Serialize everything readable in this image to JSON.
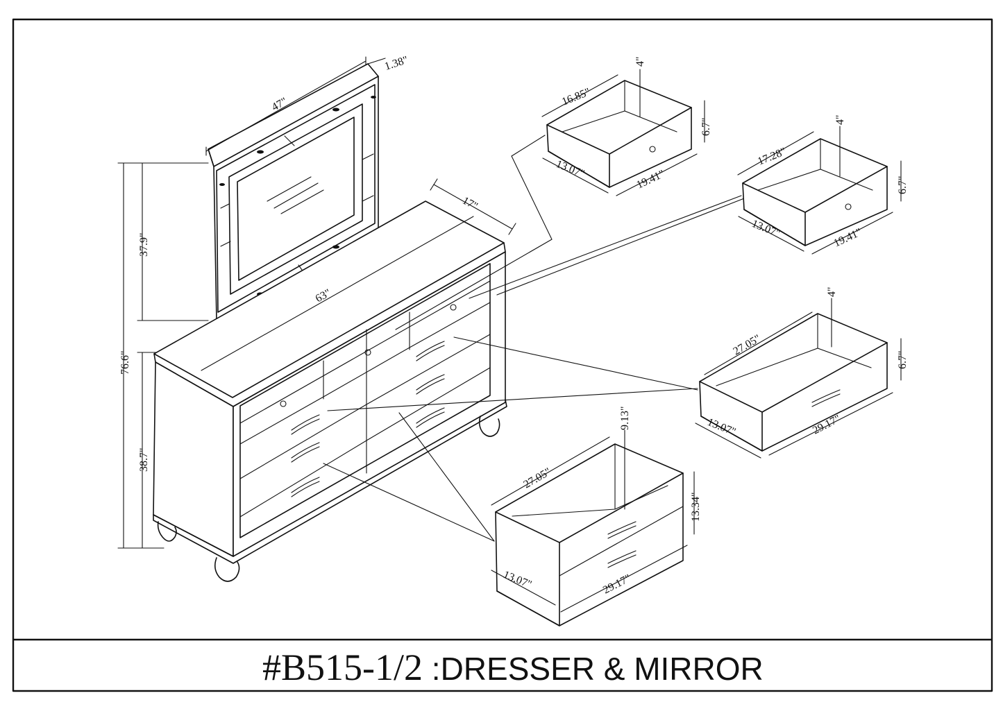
{
  "title": {
    "code": "#B515-1/2",
    "separator": " :",
    "name": "DRESSER & MIRROR"
  },
  "mirror": {
    "width": "47\"",
    "depth": "1.38\"",
    "height": "37.9\""
  },
  "dresser": {
    "width": "63\"",
    "depth": "17\"",
    "overall_height": "76.6\"",
    "height": "38.7\""
  },
  "drawer_small_a": {
    "length": "16.85\"",
    "inner_depth": "4\"",
    "height": "6.7\"",
    "side": "13.07\"",
    "front": "19.41\""
  },
  "drawer_small_b": {
    "length": "17.28\"",
    "inner_depth": "4\"",
    "height": "6.7\"",
    "side": "13.07\"",
    "front": "19.41\""
  },
  "drawer_medium": {
    "length": "27.05\"",
    "inner_depth": "4\"",
    "height": "6.7\"",
    "side": "13.07\"",
    "front": "29.17\""
  },
  "drawer_large": {
    "length": "27.05\"",
    "inner_depth": "9.13\"",
    "height": "13.34\"",
    "side": "13.07\"",
    "front": "29.17\""
  }
}
